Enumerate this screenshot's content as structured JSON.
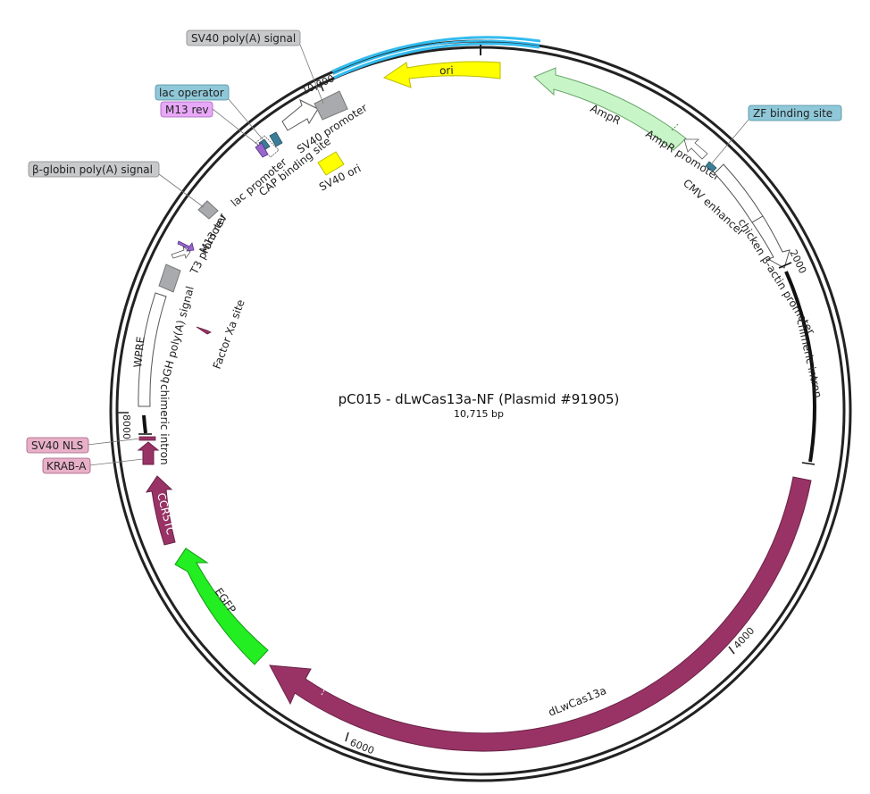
{
  "plasmid": {
    "title": "pC015 - dLwCas13a-NF (Plasmid #91905)",
    "length_label": "10,715 bp",
    "length_bp": 10715
  },
  "colors": {
    "backbone": "#222222",
    "ori": "#ffff00",
    "ampr": "#c8f5c8",
    "cas13": "#993366",
    "egfp": "#22ee22",
    "grey_feature": "#a9aaae",
    "teal_feature": "#3c7e98",
    "purple_feature": "#9966cc",
    "ori_band": "#33bbee"
  },
  "ticks": [
    {
      "label": "2000"
    },
    {
      "label": "4000"
    },
    {
      "label": "6000"
    },
    {
      "label": "8000"
    },
    {
      "label": "10,000"
    }
  ],
  "features": {
    "dlwcas13a": "dLwCas13a",
    "egfp": "EGFP",
    "ccr5tc": "CCR5TC",
    "ori": "ori",
    "ampr": "AmpR",
    "ampr_promoter": "AmpR promoter",
    "cmv_enhancer": "CMV enhancer",
    "cba_promoter": "chicken β-actin promoter",
    "chimeric_intron_right": "chimeric intron",
    "chimeric_intron_left": "chimeric intron",
    "wpre": "WPRE",
    "bgh_polya": "bGH poly(A) signal",
    "t3_promoter": "T3 promoter",
    "m13_rev_inner": "M13 rev",
    "factor_xa": "Factor Xa site",
    "lac_promoter": "lac promoter",
    "cap_site": "CAP binding site",
    "sv40_promoter": "SV40 promoter",
    "sv40_ori": "SV40 ori"
  },
  "callouts": {
    "sv40_polya": "SV40 poly(A) signal",
    "lac_operator": "lac operator",
    "m13_rev": "M13 rev",
    "beta_globin_polya": "β-globin poly(A) signal",
    "sv40_nls": "SV40 NLS",
    "krab_a": "KRAB-A",
    "zf_binding": "ZF binding site"
  }
}
